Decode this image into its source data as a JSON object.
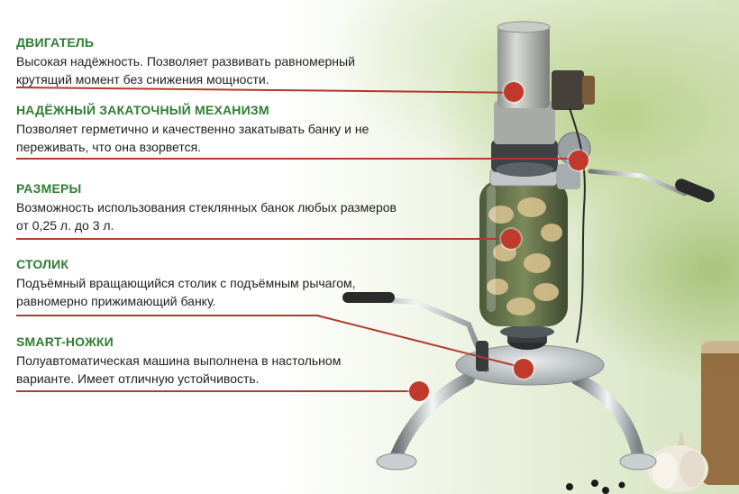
{
  "features": [
    {
      "heading": "ДВИГАТЕЛЬ",
      "lines": [
        "Высокая надёжность. Позволяет развивать равномерный",
        "крутящий момент без снижения мощности."
      ]
    },
    {
      "heading": "НАДЁЖНЫЙ ЗАКАТОЧНЫЙ МЕХАНИЗМ",
      "lines": [
        "Позволяет герметично и качественно закатывать банку и не",
        "переживать, что она взорвется."
      ]
    },
    {
      "heading": "РАЗМЕРЫ",
      "lines": [
        "Возможность использования стеклянных банок любых размеров",
        "от 0,25 л. до 3 л."
      ]
    },
    {
      "heading": "СТОЛИК",
      "lines": [
        "Подъёмный вращающийся столик с подъёмным рычагом,",
        "равномерно прижимающий банку."
      ]
    },
    {
      "heading": "SMART-НОЖКИ",
      "lines": [
        "Полуавтоматическая машина выполнена в настольном",
        "варианте. Имеет отличную устойчивость."
      ]
    }
  ],
  "colors": {
    "heading": "#2f7d32",
    "accent": "#c0392b",
    "text": "#1f1f1f"
  }
}
